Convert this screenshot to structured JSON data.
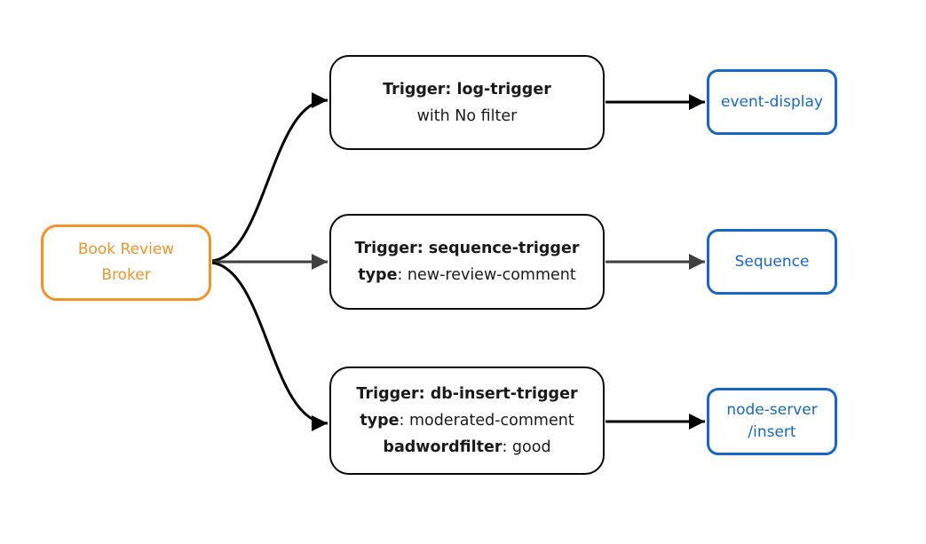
{
  "diagram": {
    "background": "#ffffff",
    "colors": {
      "broker_orange": "#F0942A",
      "sink_blue": "#1766C8",
      "edge_black": "#000000",
      "edge_gray": "#3F3F3F",
      "trigger_border": "#0a0a0a",
      "trigger_text": "#1a1a1a"
    },
    "broker": {
      "line1": "Book Review",
      "line2": "Broker"
    },
    "triggers": [
      {
        "title": "Trigger: log-trigger",
        "line2_bold": "",
        "line2_rest": "with No filter"
      },
      {
        "title": "Trigger: sequence-trigger",
        "line2_bold": "type",
        "line2_rest": ": new-review-comment"
      },
      {
        "title": "Trigger: db-insert-trigger",
        "line2_bold": "type",
        "line2_rest": ": moderated-comment",
        "line3_bold": "badwordfilter",
        "line3_rest": ": good"
      }
    ],
    "sinks": [
      {
        "label": "event-display"
      },
      {
        "label": "Sequence"
      },
      {
        "line1": "node-server",
        "line2": "/insert"
      }
    ]
  }
}
